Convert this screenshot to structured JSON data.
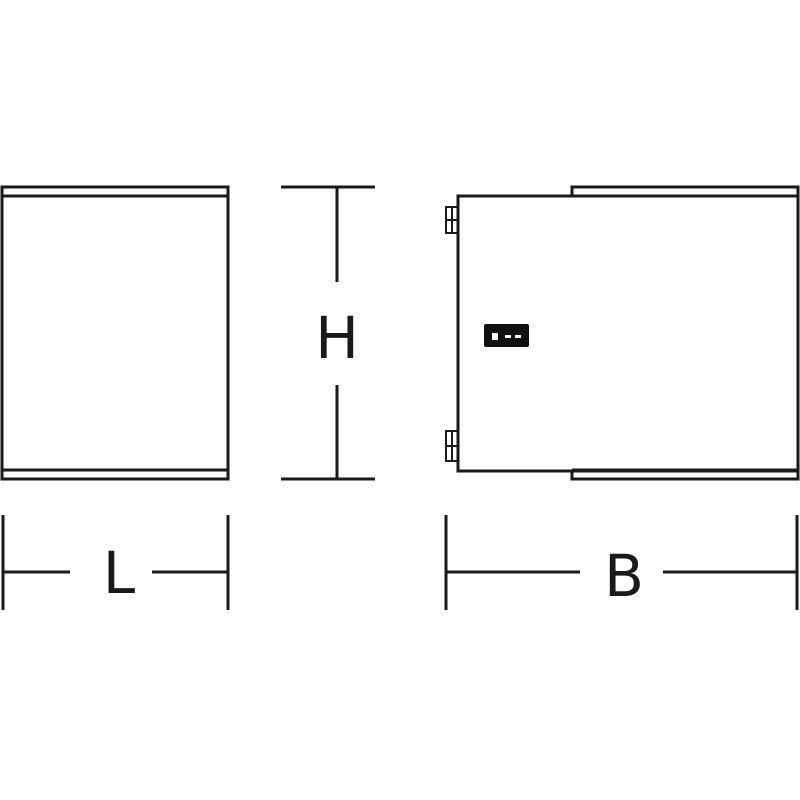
{
  "dimensions": {
    "length_label": "L",
    "height_label": "H",
    "width_label": "B"
  },
  "colors": {
    "line": "#1a1a1a",
    "background": "#ffffff",
    "lock": "#111111"
  }
}
